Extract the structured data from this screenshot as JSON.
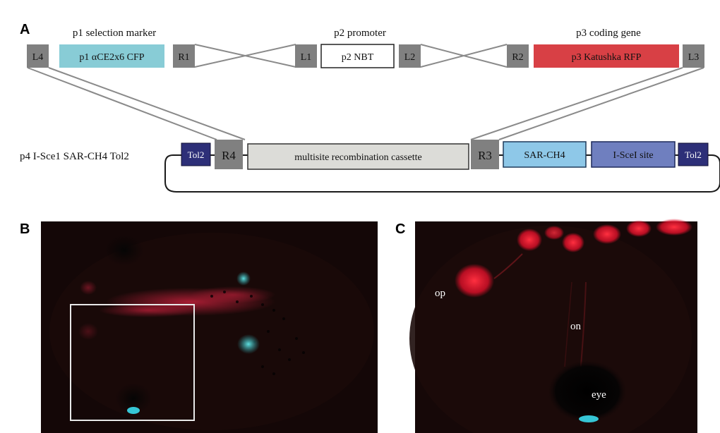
{
  "panel_a": {
    "letter": "A",
    "captions": {
      "p1": "p1 selection marker",
      "p2": "p2 promoter",
      "p3": "p3 coding gene"
    },
    "top_row": {
      "L4": "L4",
      "p1_box": "p1 αCE2x6 CFP",
      "R1": "R1",
      "L1": "L1",
      "p2_box": "p2 NBT",
      "L2": "L2",
      "R2": "R2",
      "p3_box": "p3 Katushka RFP",
      "L3": "L3"
    },
    "vector_label": "p4 I-Sce1 SAR-CH4 Tol2",
    "bottom_row": {
      "tol2_left": "Tol2",
      "R4": "R4",
      "cassette": "multisite recombination cassette",
      "R3": "R3",
      "sar": "SAR-CH4",
      "scei": "I-SceI site",
      "tol2_right": "Tol2"
    },
    "colors": {
      "att_site": "#808080",
      "cfp": "#88ccd6",
      "rfp": "#d84045",
      "tol2": "#2d2f78",
      "sar": "#8ec8e8",
      "scei": "#6f7fbf",
      "cassette": "#dcdcd8"
    }
  },
  "panel_b": {
    "letter": "B"
  },
  "panel_c": {
    "letter": "C",
    "labels": {
      "op": "op",
      "on": "on",
      "eye": "eye"
    }
  }
}
